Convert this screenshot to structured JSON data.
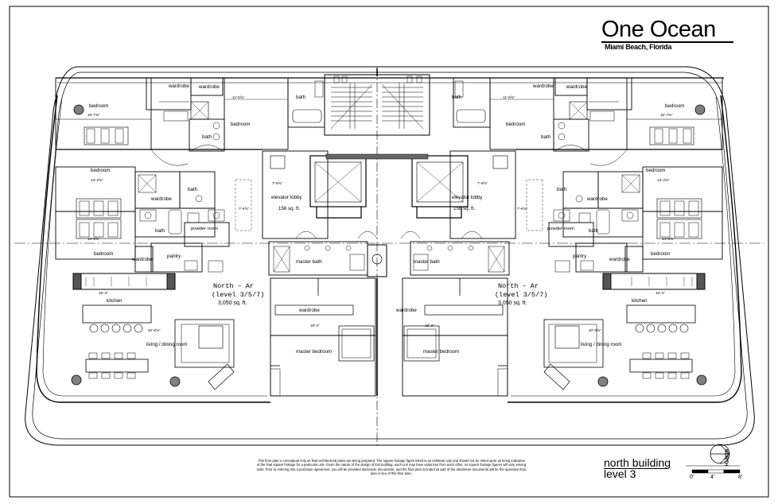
{
  "title": {
    "name": "One Ocean",
    "location": "Miami Beach, Florida"
  },
  "building": {
    "name": "north building",
    "level": "level 3"
  },
  "north_label": "NORTH",
  "scale": {
    "labels": [
      "0'",
      "4'",
      "8'"
    ]
  },
  "disclaimer": "This floor plan is conceptual only as final architectural plans are being prepared. The square footage figure listed is an estimate only and should not be relied upon as being indicative of the final square footage for a particular unit. Given the nature of the design of this building, each unit may have variances from each other, so square footage figures will vary among units. Prior to entering into a purchase agreement, you will be provided disclosure documents, and the floor plan included as part of the disclosure documents will be the operative floor plan in lieu of this floor plan.",
  "units": [
    {
      "side": "left",
      "name": "North – Ar",
      "levels": "(level 3/5/7)",
      "area": "3,050 sq. ft.",
      "rooms": {
        "bedroom_a": "bedroom",
        "bedroom_b": "bedroom",
        "bedroom_c": "bedroom",
        "bedroom_d": "bedroom",
        "wardrobe_a": "wardrobe",
        "wardrobe_b": "wardrobe",
        "wardrobe_c": "wardrobe",
        "wardrobe_d": "wardrobe",
        "bath_a": "bath",
        "bath_b": "bath",
        "bath_c": "bath",
        "bath_d": "bath",
        "powder": "powder room",
        "pantry": "pantry",
        "kitchen": "kitchen",
        "living": "living / dining room",
        "elevator_lobby": "elevator lobby",
        "elevator_area": "156 sq. ft.",
        "master_bath": "master bath",
        "master_wardrobe": "wardrobe",
        "master_bedroom": "master bedroom"
      },
      "dims": {
        "d1": "15'-7⅜\"",
        "d2": "11'-6⅝\"",
        "d3": "13'-2⅝\"",
        "d4": "14'-6⅝\"",
        "d5": "15'-4\"",
        "d6": "40'-6⅝\"",
        "d7": "7'-9⅝\"",
        "d8": "7'-6⅝\"",
        "d9": "18'-3\""
      }
    },
    {
      "side": "right",
      "name": "North – Ar",
      "levels": "(level 3/5/7)",
      "area": "3,050 sq. ft.",
      "rooms": {
        "bedroom_a": "bedroom",
        "bedroom_b": "bedroom",
        "bedroom_c": "bedroom",
        "bedroom_d": "bedroom",
        "wardrobe_a": "wardrobe",
        "wardrobe_b": "wardrobe",
        "wardrobe_c": "wardrobe",
        "wardrobe_d": "wardrobe",
        "bath_a": "bath",
        "bath_b": "bath",
        "bath_c": "bath",
        "bath_d": "bath",
        "powder": "powder room",
        "pantry": "pantry",
        "kitchen": "kitchen",
        "living": "living / dining room",
        "elevator_lobby": "elevator lobby",
        "elevator_area": "156 sq. ft.",
        "master_bath": "master bath",
        "master_wardrobe": "wardrobe",
        "master_bedroom": "master bedroom"
      },
      "dims": {
        "d1": "15'-7⅜\"",
        "d2": "11'-6⅝\"",
        "d3": "13'-2⅝\"",
        "d4": "14'-6⅝\"",
        "d5": "15'-4\"",
        "d6": "40'-6⅝\"",
        "d7": "7'-9⅝\"",
        "d8": "7'-6⅝\"",
        "d9": "18'-3\""
      }
    }
  ],
  "colors": {
    "line": "#000000",
    "column": "#808080",
    "paper": "#ffffff"
  }
}
